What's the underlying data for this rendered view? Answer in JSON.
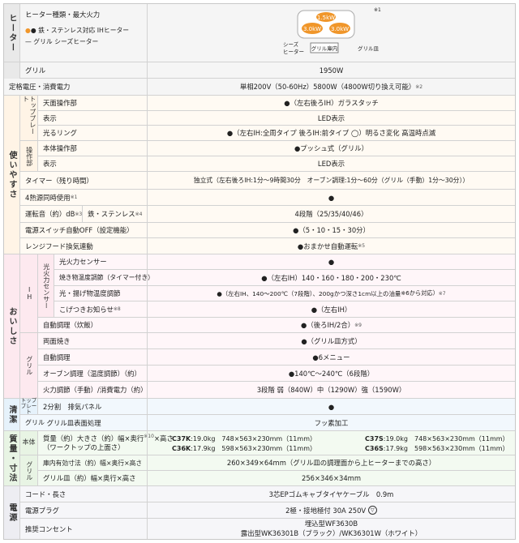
{
  "sections": {
    "heater": "ヒーター",
    "usability": "使いやすさ",
    "taste": "おいしさ",
    "clean": "清潔",
    "mass_size": "質量・寸法",
    "power": "電源"
  },
  "subsections": {
    "topplate": "トッププレート",
    "body_ops": "操作部",
    "body": "本体",
    "ih": "IH",
    "fire_sensor": "光火力センサー",
    "grill": "グリル",
    "clean_topplate": "トッププレート",
    "mass_body": "本体",
    "mass_grill": "グリル"
  },
  "heater": {
    "label": "ヒーター種類・最大火力",
    "legend_ih": "● 鉄・ステンレス対応 IHヒーター",
    "legend_grill": "— グリル シーズヒーター",
    "note": "※1",
    "diagram": {
      "top": "1.5kW",
      "left": "3.0kW",
      "right": "3.0kW",
      "grill_inside": "グリル庫内",
      "sheath": "シーズ\nヒーター",
      "grill_plate": "グリル皿"
    }
  },
  "rows": [
    {
      "label": "グリル",
      "value": "1950W"
    },
    {
      "label": "定格電圧・消費電力",
      "value": "単相200V（50-60Hz）5800W（4800W切り換え可能）",
      "note": "※2"
    },
    {
      "label": "天面操作部",
      "value": "●（左右後ろIH）ガラスタッチ"
    },
    {
      "label": "表示",
      "value": "LED表示"
    },
    {
      "label": "光るリング",
      "value": "●（左右IH:全周タイプ 後ろIH:前タイプ ◯）明るさ変化 高温時点滅"
    },
    {
      "label": "本体操作部",
      "value": "●プッシュ式（グリル）"
    },
    {
      "label": "表示",
      "value": "LED表示"
    },
    {
      "label": "タイマー（残り時間）",
      "value": "独立式（左右後ろIH:1分～9時間30分　オーブン調理:1分～60分（グリル（手動）1分～30分））"
    },
    {
      "label": "4熱源同時使用",
      "note": "※1",
      "value": "●"
    },
    {
      "label": "運転音（約）dB",
      "note": "※3",
      "label2": "鉄・ステンレス",
      "note2": "※4",
      "value": "4段階（25/35/40/46）"
    },
    {
      "label": "電源スイッチ自動OFF（設定機能）",
      "value": "●（5・10・15・30分）"
    },
    {
      "label": "レンジフード換気連動",
      "value": "●おまかせ自動運転",
      "note": "※5"
    },
    {
      "label": "光火力センサー",
      "value": "●"
    },
    {
      "label": "焼き物温度調節（タイマー付き）",
      "value": "●（左右IH）140・160・180・200・230℃"
    },
    {
      "label": "光・揚げ物温度調節",
      "value": "●（左右IH、140～200℃（7段階）、200gかつ深さ1cm以上の油量",
      "note": "※6から対応）",
      "note2": "※7"
    },
    {
      "label": "こげつきお知らせ",
      "note": "※8",
      "value": "●（左右IH）"
    },
    {
      "label": "自動調理（炊飯）",
      "value": "●（後ろIH/2合）",
      "note": "※9"
    },
    {
      "label": "両面焼き",
      "value": "●（グリル皿方式）"
    },
    {
      "label": "自動調理",
      "value": "●6メニュー"
    },
    {
      "label": "オーブン調理（温度調節）（約）",
      "value": "●140℃～240℃（6段階）"
    },
    {
      "label": "火力調節（手動）/消費電力（約）",
      "value": "3段階 弱（840W）中（1290W）強（1590W）"
    },
    {
      "label": "2分割　排気パネル",
      "value": "●"
    },
    {
      "label": "グリル皿表面処理",
      "value": "フッ素加工"
    },
    {
      "label": "質量（約）大きさ（約）幅×奥行",
      "note": "※10",
      "label_b": "×高さ",
      "label2": "（ワークトップの上面さ）",
      "models": [
        {
          "model": "C37K",
          "spec": ":19.0kg　748×563×230mm（11mm）"
        },
        {
          "model": "C36K",
          "spec": ":17.9kg　598×563×230mm（11mm）"
        },
        {
          "model": "C37S",
          "spec": ":19.0kg　748×563×230mm（11mm）"
        },
        {
          "model": "C36S",
          "spec": ":17.9kg　598×563×230mm（11mm）"
        }
      ]
    },
    {
      "label": "庫内有効寸法（約）幅×奥行×高さ",
      "value": "260×349×64mm（グリル皿の調理面から上ヒーターまでの高さ）"
    },
    {
      "label": "グリル皿（約）幅×奥行×高さ",
      "value": "256×346×34mm"
    },
    {
      "label": "コード・長さ",
      "value": "3芯EPゴムキャブタイヤケーブル　0.9m"
    },
    {
      "label": "電源プラグ",
      "value": "2極・接地極付 30A 250V"
    },
    {
      "label": "推奨コンセント",
      "value": "埋込型WF3630B",
      "value2": "露出型WK36301B（ブラック）/WK36301W（ホワイト）"
    }
  ],
  "colors": {
    "heater_bg": "#e9e9e9",
    "usability_bg": "#fff4e6",
    "taste_bg": "#fde9ef",
    "clean_bg": "#e6f2fb",
    "mass_bg": "#e8f4e4",
    "power_bg": "#ededf2",
    "accent_orange": "#f0962a"
  }
}
